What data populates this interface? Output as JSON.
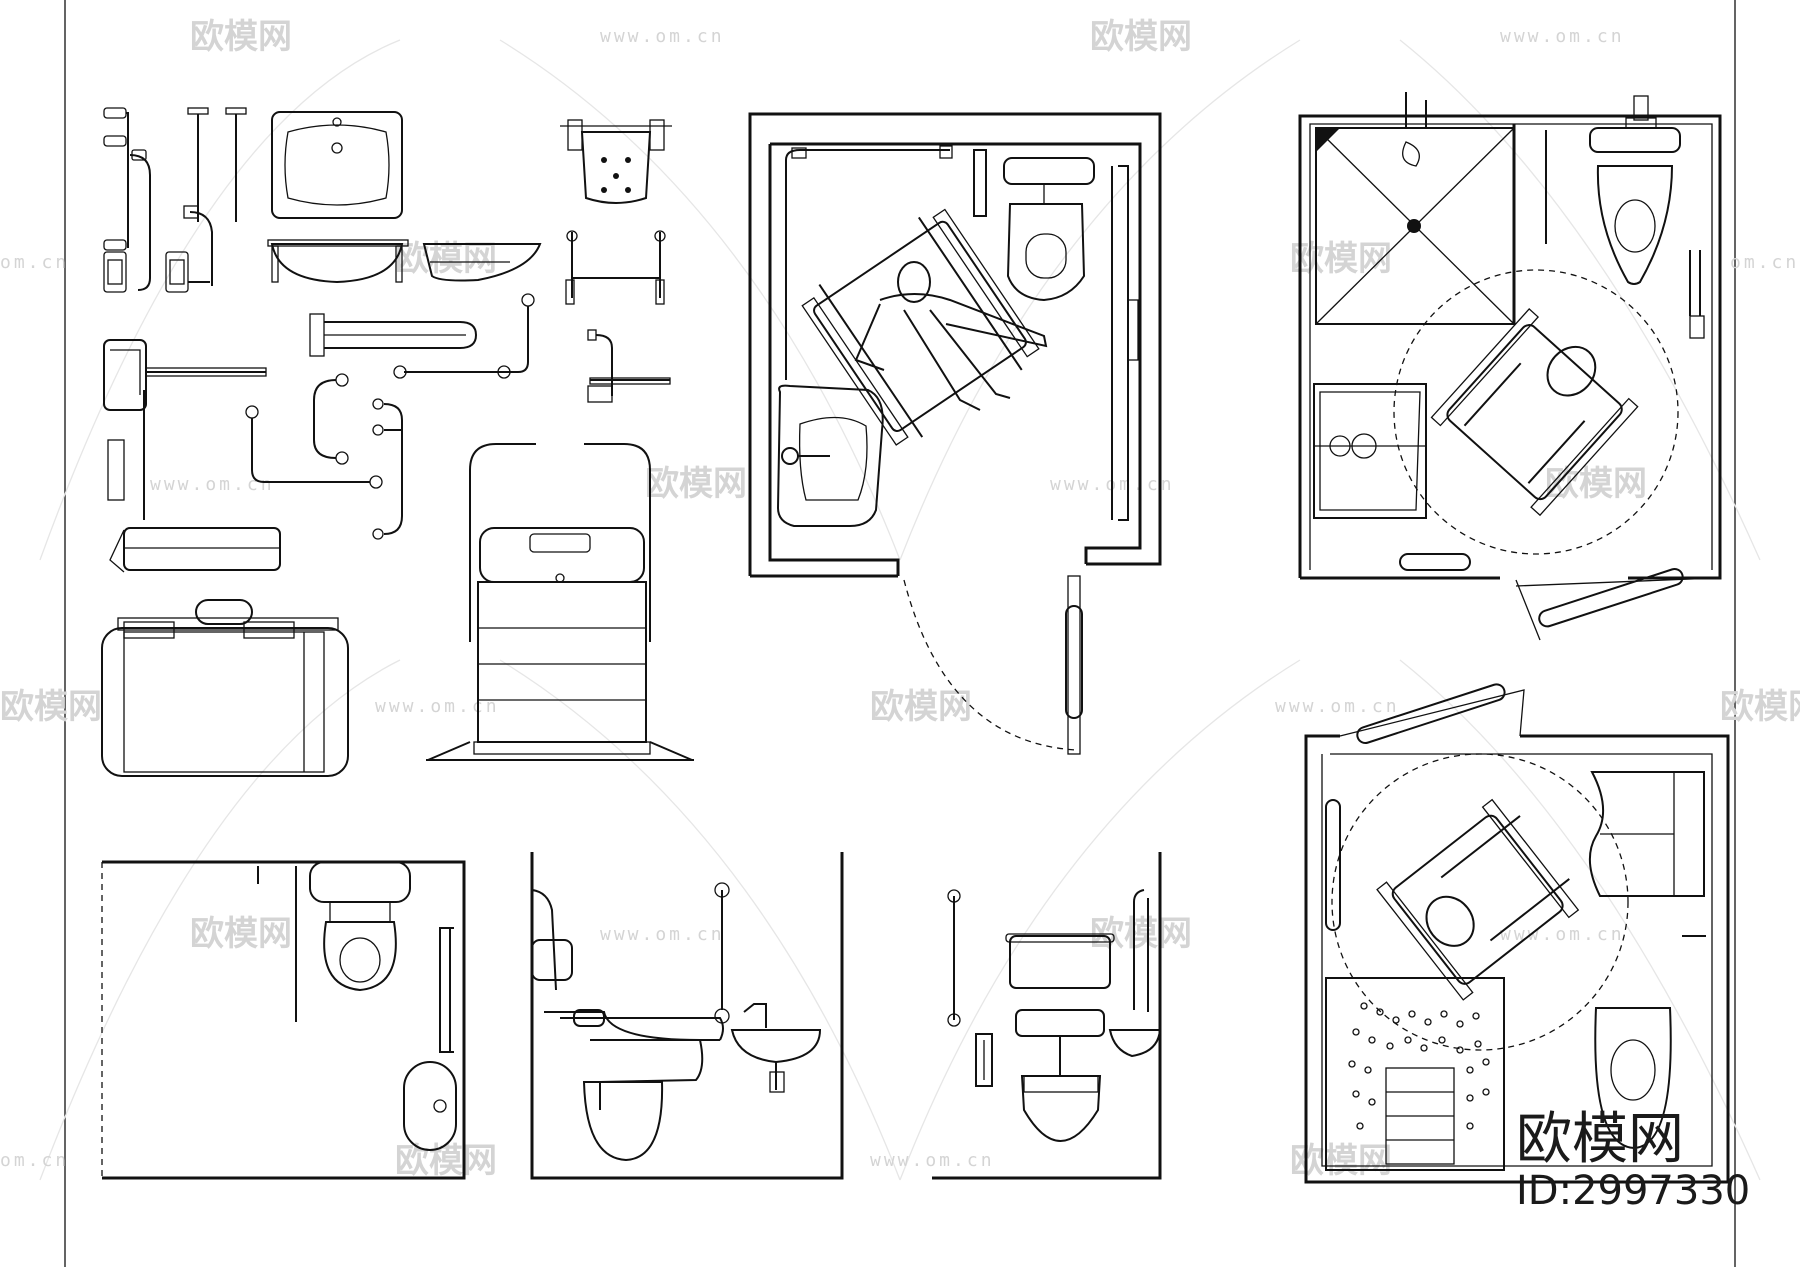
{
  "watermark": {
    "brand": "欧模网",
    "url": "www.om.cn",
    "url_short": "om.cn"
  },
  "logo": {
    "brand": "欧模网",
    "id_text": "ID:2997330"
  },
  "colors": {
    "line": "#111111",
    "watermark": "#d4d4d4",
    "background": "#ffffff"
  }
}
